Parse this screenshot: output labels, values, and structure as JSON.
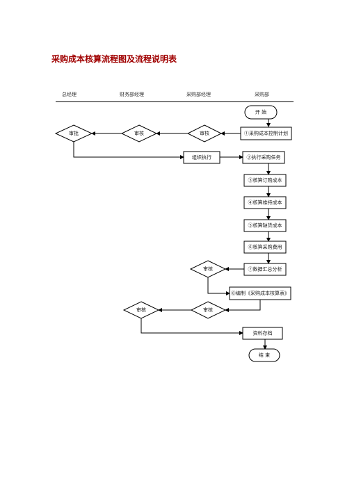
{
  "title": "采购成本核算流程图及流程说明表",
  "columns": {
    "general_manager": "总经理",
    "finance_manager": "财务部经理",
    "purchasing_manager": "采购部经理",
    "purchasing_dept": "采购部"
  },
  "nodes": {
    "start": "开  始",
    "step1": "①采购成本控制计划",
    "review_pm_1": "审核",
    "review_fm_1": "审核",
    "approve_gm": "审批",
    "organize": "组织执行",
    "step2": "②执行采购任务",
    "step3": "③核算订购成本",
    "step4": "④核算维持成本",
    "step5": "⑤核算缺货成本",
    "step6": "⑥核算采购费用",
    "step7": "⑦数据汇总分析",
    "review_pm_2": "审核",
    "step8": "⑧编制《采购成本核算表》",
    "review_pm_3": "审核",
    "review_fm_2": "审核",
    "archive": "资料存档",
    "end": "结  束"
  },
  "colors": {
    "title": "#a00000",
    "line": "#000000"
  }
}
